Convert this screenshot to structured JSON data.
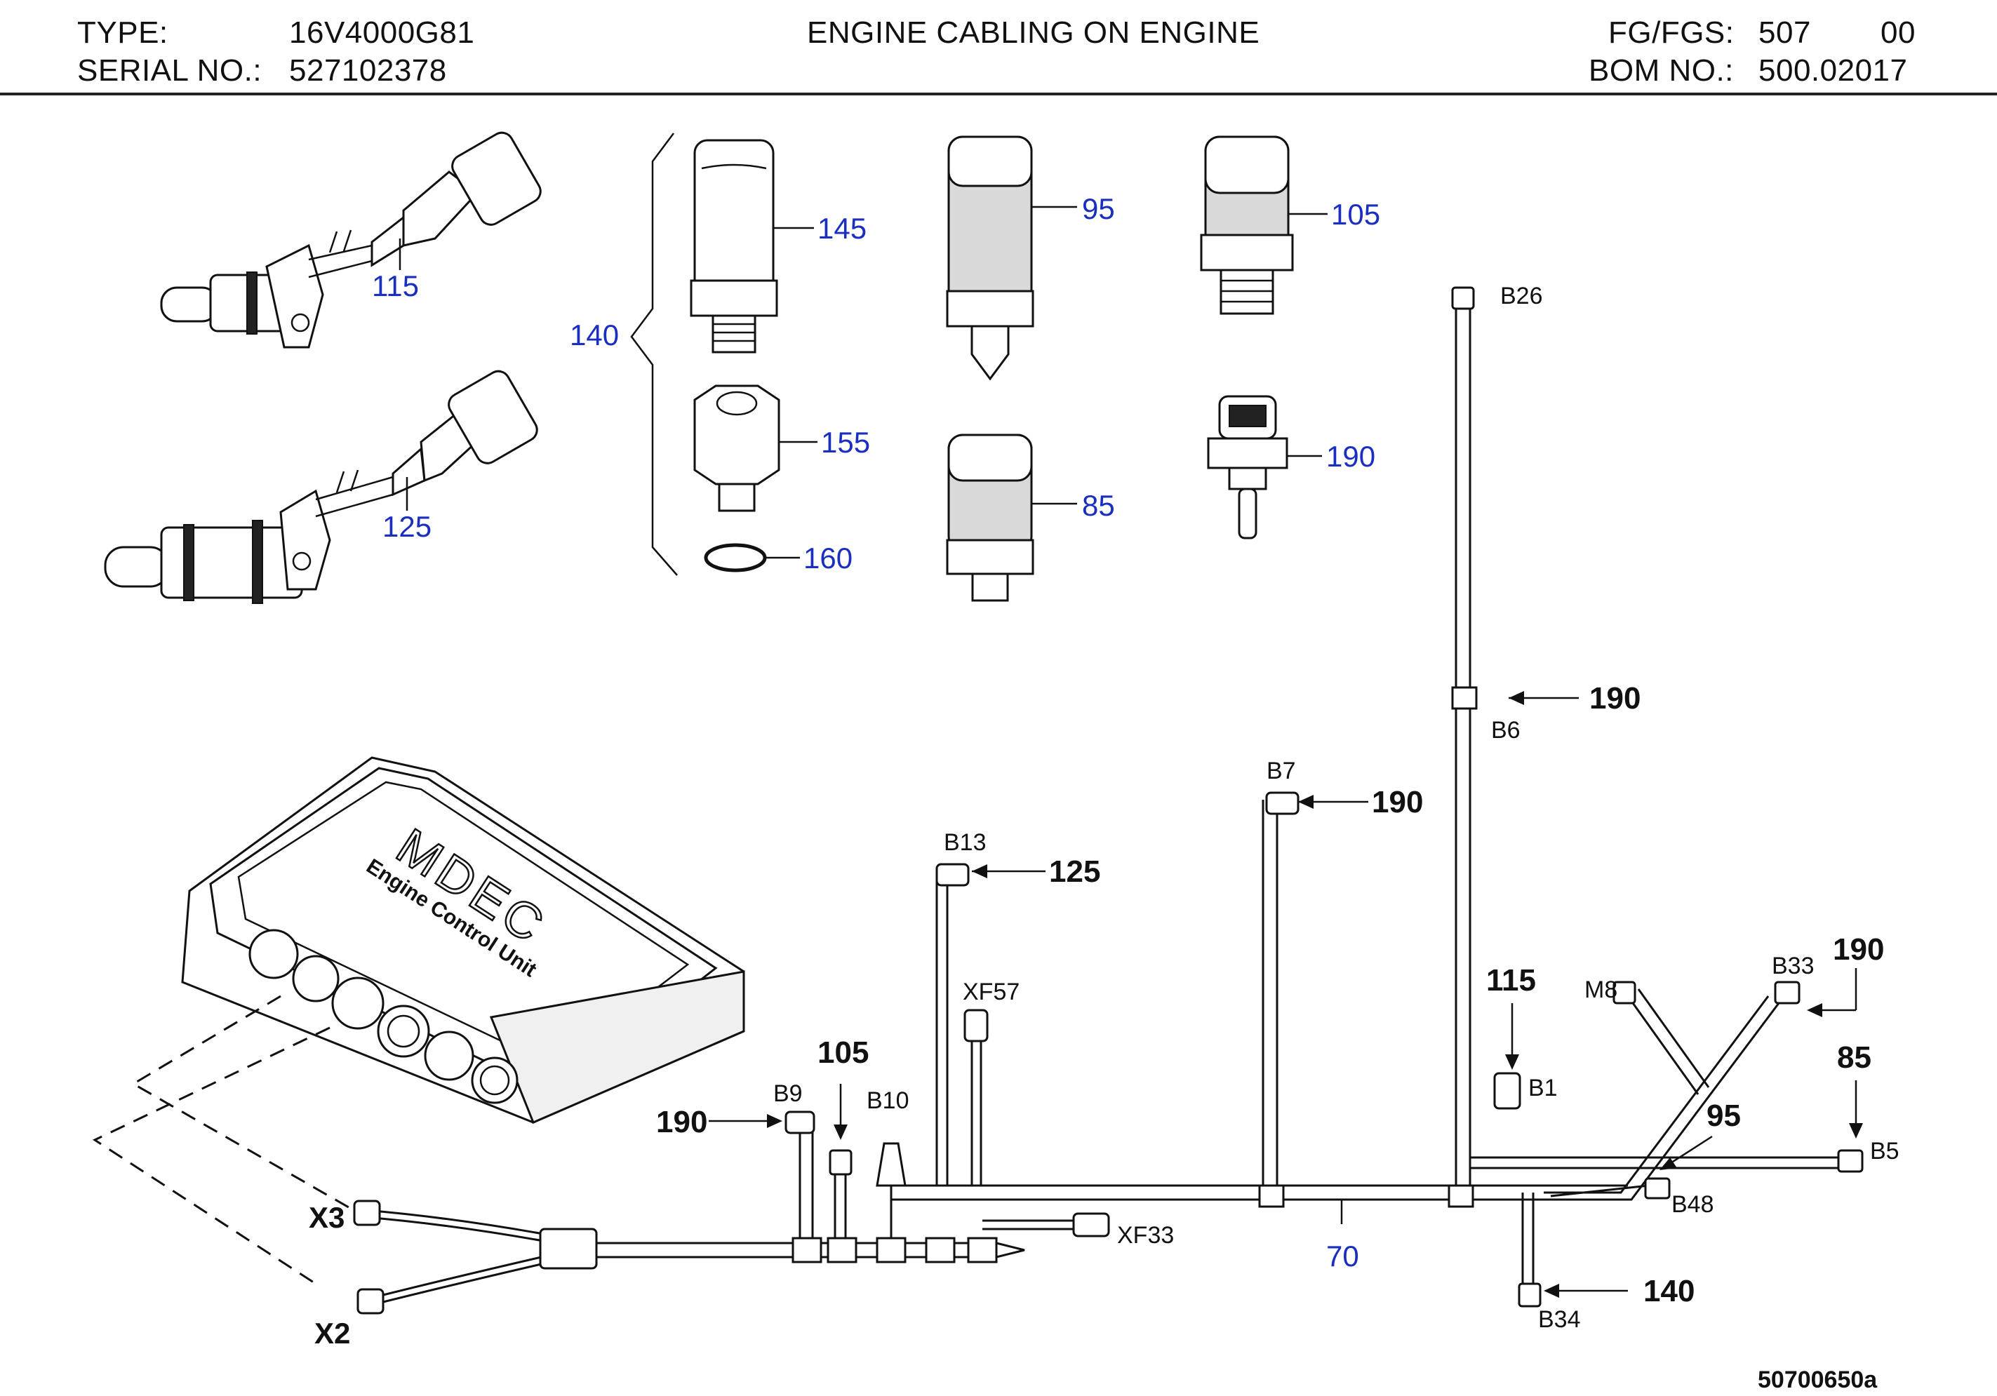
{
  "header": {
    "type_label": "TYPE:",
    "type_value": "16V4000G81",
    "serial_label": "SERIAL NO.:",
    "serial_value": "527102378",
    "title": "ENGINE CABLING ON ENGINE",
    "fg_label": "FG/FGS:",
    "fg_value": "507",
    "fg_suffix": "00",
    "bom_label": "BOM NO.:",
    "bom_value": "500.02017"
  },
  "parts": {
    "p115": "115",
    "p125": "125",
    "p140": "140",
    "p145": "145",
    "p155": "155",
    "p160": "160",
    "p95": "95",
    "p85": "85",
    "p105": "105",
    "p190": "190",
    "p70": "70"
  },
  "ecu": {
    "brand": "MDEC",
    "subtitle": "Engine Control Unit"
  },
  "callouts": {
    "c190_b6": "190",
    "c190_b7": "190",
    "c125_b13": "125",
    "c105_b10": "105",
    "c190_b9": "190",
    "c115_b1": "115",
    "c190_b33": "190",
    "c85_b5": "85",
    "c95_b48": "95",
    "c140_b34": "140"
  },
  "connectors": {
    "b26": "B26",
    "b6": "B6",
    "b7": "B7",
    "b13": "B13",
    "xf57": "XF57",
    "b9": "B9",
    "b10": "B10",
    "xf33": "XF33",
    "b1": "B1",
    "m8": "M8",
    "b33": "B33",
    "b5": "B5",
    "b48": "B48",
    "b34": "B34",
    "x3": "X3",
    "x2": "X2"
  },
  "document_number": "50700650a"
}
